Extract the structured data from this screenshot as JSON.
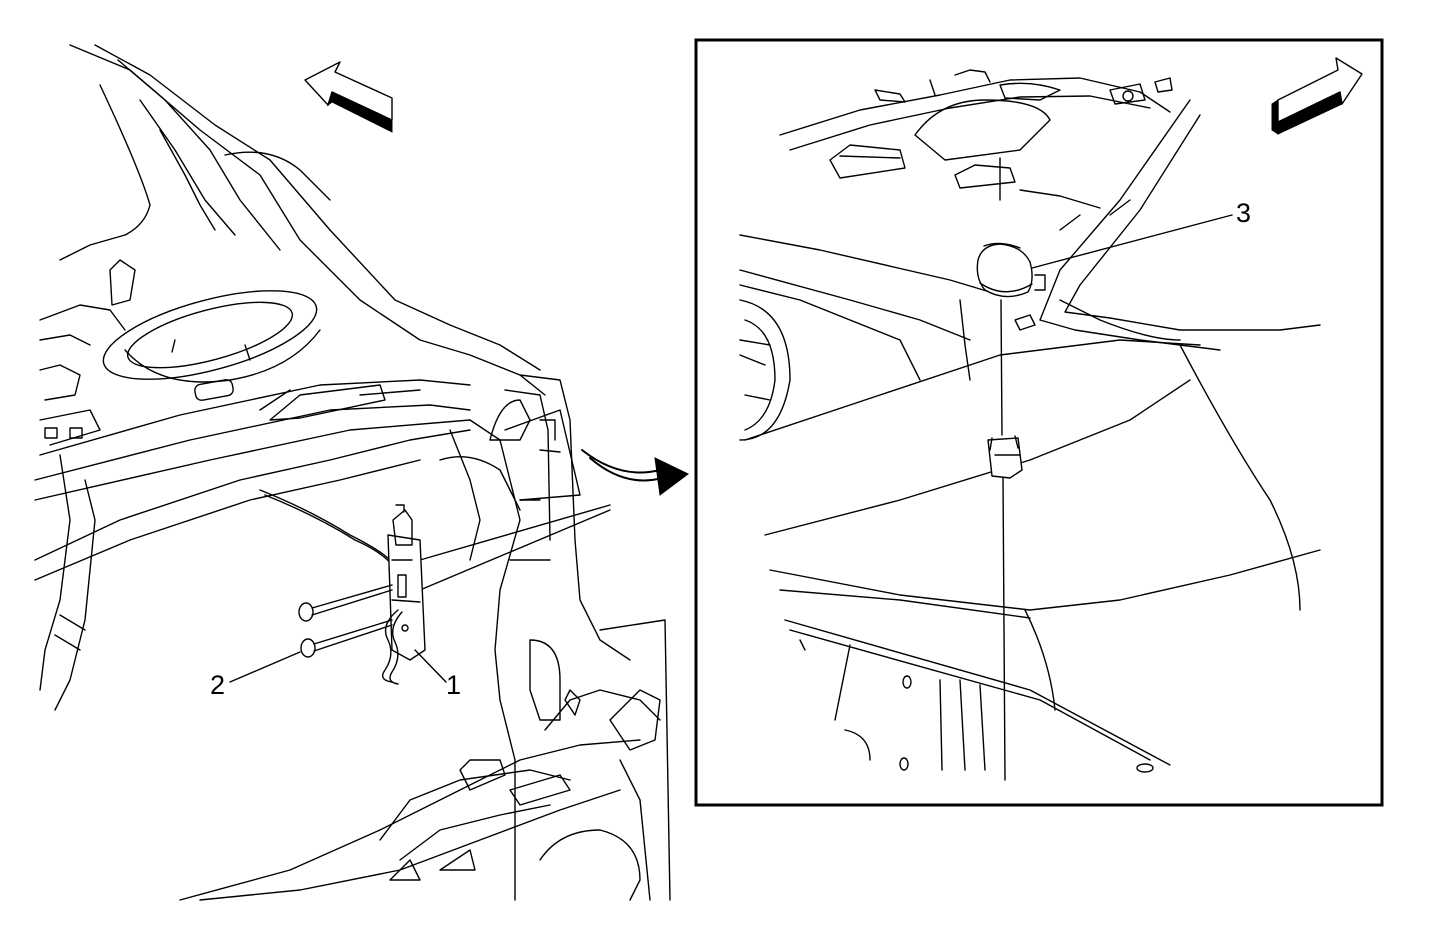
{
  "callouts": [
    {
      "label": "1"
    },
    {
      "label": "2"
    },
    {
      "label": "3"
    }
  ],
  "icons": {
    "left_arrow": "forward-direction-arrow-icon",
    "right_arrow": "forward-direction-arrow-icon",
    "detail_arrow": "curved-detail-arrow-icon"
  },
  "colors": {
    "line": "#000000",
    "background": "#ffffff"
  }
}
